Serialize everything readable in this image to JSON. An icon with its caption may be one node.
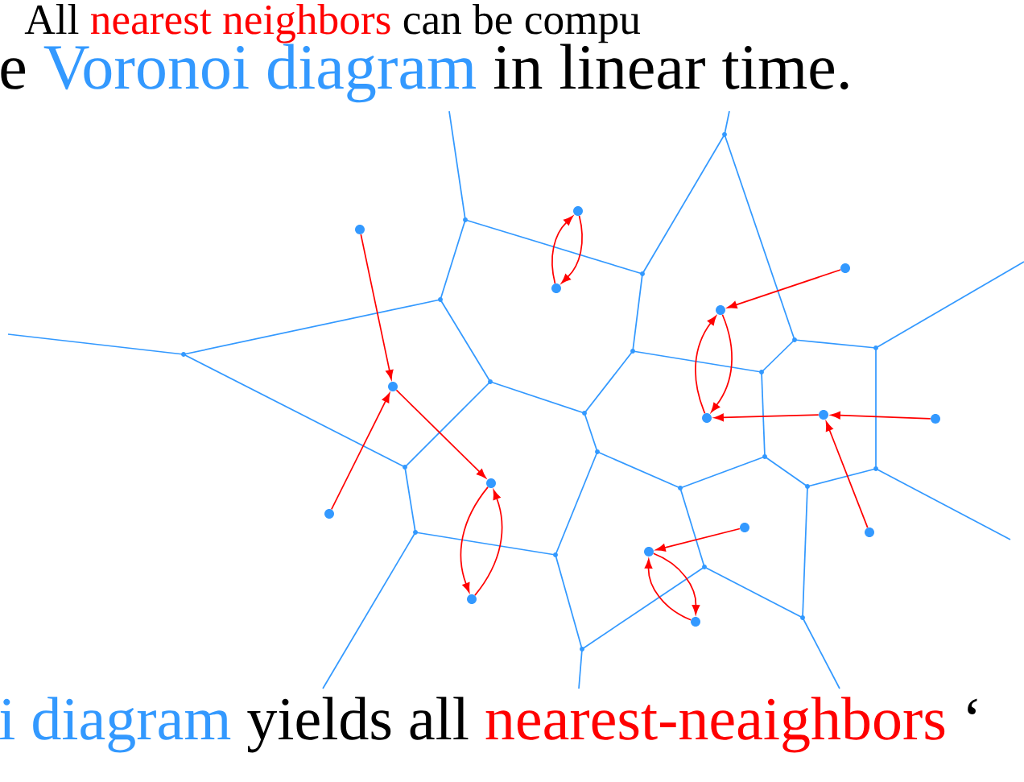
{
  "diagram": {
    "nodes": [
      {
        "text": [],
        "shape": "circle"
      },
      {
        "text": [],
        "shape": "circle"
      },
      {
        "text": [],
        "shape": "circle"
      },
      {
        "text": [],
        "shape": "circle"
      },
      {
        "text": [],
        "shape": "circle"
      },
      {
        "text": [],
        "shape": "circle"
      },
      {
        "text": [],
        "shape": "circle"
      },
      {
        "text": [],
        "shape": "circle"
      },
      {
        "text": [],
        "shape": "circle"
      },
      {
        "text": [],
        "shape": "circle"
      },
      {
        "text": [],
        "shape": "circle"
      },
      {
        "text": [],
        "shape": "circle"
      },
      {
        "text": [],
        "shape": "circle"
      },
      {
        "text": [],
        "shape": "circle"
      },
      {
        "text": [],
        "shape": "circle"
      },
      {
        "text": [],
        "shape": "circle"
      }
    ],
    "edges": [
      {
        "from": 1,
        "to": 2,
        "arrow": "to"
      },
      {
        "from": 0,
        "to": 2,
        "arrow": "to"
      },
      {
        "from": 2,
        "to": 4,
        "arrow": "to"
      },
      {
        "from": 4,
        "to": 3,
        "arrow": "to"
      },
      {
        "from": 3,
        "to": 4,
        "arrow": "to"
      },
      {
        "from": 6,
        "to": 5,
        "arrow": "to"
      },
      {
        "from": 5,
        "to": 6,
        "arrow": "to"
      },
      {
        "from": 13,
        "to": 10,
        "arrow": "to"
      },
      {
        "from": 10,
        "to": 9,
        "arrow": "to"
      },
      {
        "from": 9,
        "to": 10,
        "arrow": "to"
      },
      {
        "from": 12,
        "to": 9,
        "arrow": "to"
      },
      {
        "from": 15,
        "to": 12,
        "arrow": "to"
      },
      {
        "from": 14,
        "to": 12,
        "arrow": "to"
      },
      {
        "from": 11,
        "to": 7,
        "arrow": "to"
      },
      {
        "from": 7,
        "to": 8,
        "arrow": "to"
      },
      {
        "from": 8,
        "to": 7,
        "arrow": "to"
      }
    ],
    "labels": [
      "All",
      "nearest neighbors",
      "can be compu",
      "e",
      "Voronoi diagram",
      "in linear time.",
      "i diagram",
      "yields all",
      "nearest-neaighbors",
      "‘"
    ]
  }
}
